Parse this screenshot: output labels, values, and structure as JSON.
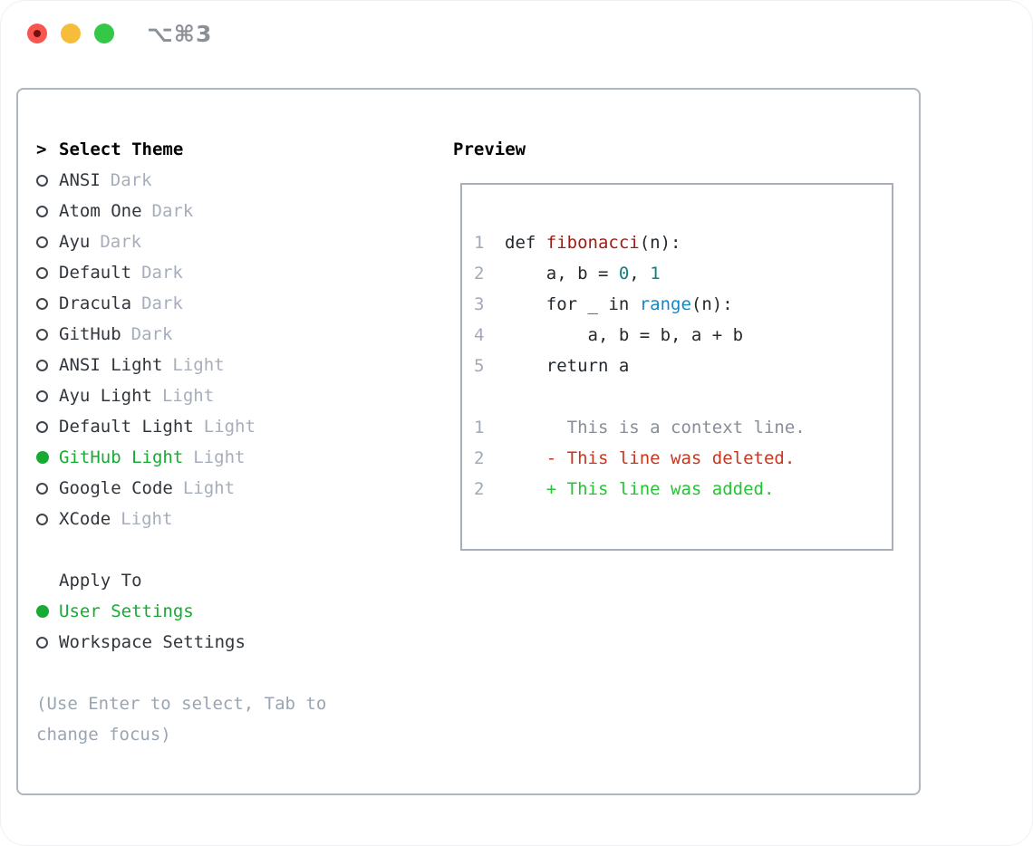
{
  "window": {
    "title": "⌥⌘3"
  },
  "titlebar": {
    "buttons": [
      {
        "name": "close-button",
        "icon": "red-circle-with-dot"
      },
      {
        "name": "minimize-button",
        "icon": "yellow-circle"
      },
      {
        "name": "zoom-button",
        "icon": "green-circle"
      }
    ]
  },
  "theme_picker": {
    "prompt": ">",
    "header": "Select Theme",
    "items": [
      {
        "name": "ANSI",
        "variant": "Dark",
        "selected": false
      },
      {
        "name": "Atom One",
        "variant": "Dark",
        "selected": false
      },
      {
        "name": "Ayu",
        "variant": "Dark",
        "selected": false
      },
      {
        "name": "Default",
        "variant": "Dark",
        "selected": false
      },
      {
        "name": "Dracula",
        "variant": "Dark",
        "selected": false
      },
      {
        "name": "GitHub",
        "variant": "Dark",
        "selected": false
      },
      {
        "name": "ANSI Light",
        "variant": "Light",
        "selected": false
      },
      {
        "name": "Ayu Light",
        "variant": "Light",
        "selected": false
      },
      {
        "name": "Default Light",
        "variant": "Light",
        "selected": false
      },
      {
        "name": "GitHub Light",
        "variant": "Light",
        "selected": true
      },
      {
        "name": "Google Code",
        "variant": "Light",
        "selected": false
      },
      {
        "name": "XCode",
        "variant": "Light",
        "selected": false
      }
    ],
    "apply_to": {
      "header": "Apply To",
      "options": [
        {
          "label": "User Settings",
          "selected": true
        },
        {
          "label": "Workspace Settings",
          "selected": false
        }
      ]
    },
    "hint_lines": [
      "(Use Enter to select, Tab to",
      "change focus)"
    ]
  },
  "preview": {
    "header": "Preview",
    "code_lines": [
      {
        "num": "1",
        "tokens": [
          {
            "t": "def "
          },
          {
            "t": "fibonacci",
            "c": "func"
          },
          {
            "t": "(n):"
          }
        ]
      },
      {
        "num": "2",
        "tokens": [
          {
            "t": "    a, b = "
          },
          {
            "t": "0",
            "c": "num"
          },
          {
            "t": ", "
          },
          {
            "t": "1",
            "c": "num"
          }
        ]
      },
      {
        "num": "3",
        "tokens": [
          {
            "t": "    for _ in "
          },
          {
            "t": "range",
            "c": "builtin"
          },
          {
            "t": "(n):"
          }
        ]
      },
      {
        "num": "4",
        "tokens": [
          {
            "t": "        a, b = b, a + b"
          }
        ]
      },
      {
        "num": "5",
        "tokens": [
          {
            "t": "    return a"
          }
        ]
      }
    ],
    "diff_lines": [
      {
        "num": "1",
        "kind": "context",
        "text": "      This is a context line."
      },
      {
        "num": "2",
        "kind": "deleted",
        "text": "    - This line was deleted."
      },
      {
        "num": "2",
        "kind": "added",
        "text": "    + This line was added."
      }
    ]
  },
  "colors": {
    "accent_green": "#17ab33",
    "diff_added_green": "#26c334",
    "diff_deleted_red": "#c7361f",
    "context_gray": "#878e98",
    "text_dark": "#31363d",
    "variant_gray": "#a6aebb",
    "hint_gray": "#9aa5b3",
    "linenum_gray": "#a0aab9",
    "code_text": "#24292e",
    "func_red": "#9e1c16",
    "num_teal": "#0f8080",
    "builtin_blue": "#1487c8",
    "panel_border": "#b0b6bf",
    "box_border": "#a9afb8",
    "title_gray": "#8b9097",
    "light_red": "#f6564f",
    "light_red_dot": "#750f0b",
    "light_yellow": "#f6bd3a",
    "light_green": "#34c748",
    "radio_outline": "#40464e"
  }
}
